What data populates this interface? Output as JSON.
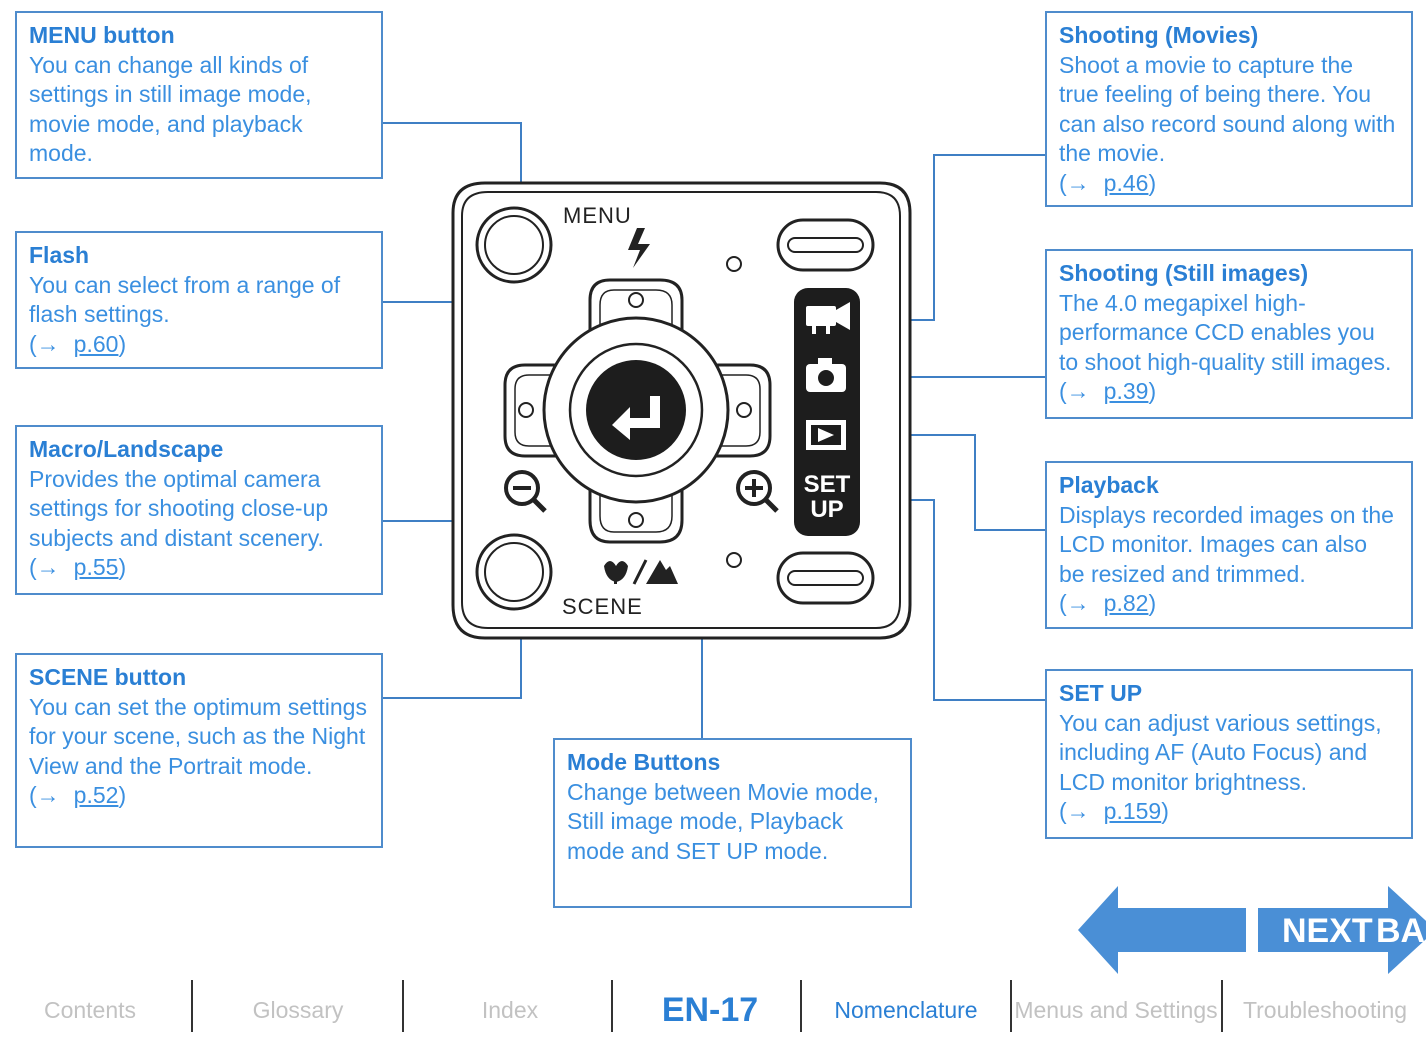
{
  "callouts": {
    "menu": {
      "title": "MENU button",
      "body": "You can change all kinds of settings in still image mode, movie mode, and playback mode."
    },
    "flash": {
      "title": "Flash",
      "body": "You can select from a range of flash settings.",
      "ref_prefix": "(→",
      "ref_page": "p.60",
      "ref_suffix": ")"
    },
    "macro": {
      "title": "Macro/Landscape",
      "body": "Provides the optimal camera settings for shooting close-up subjects and distant scenery.",
      "ref_prefix": "(→",
      "ref_page": "p.55",
      "ref_suffix": ")"
    },
    "scene": {
      "title": "SCENE button",
      "body": "You can set the optimum settings for your scene, such as the Night View and the Portrait mode.",
      "ref_prefix": "(→",
      "ref_page": "p.52",
      "ref_suffix": ")"
    },
    "mode": {
      "title": "Mode Buttons",
      "body": "Change between Movie mode, Still image mode, Playback mode and SET UP mode."
    },
    "movies": {
      "title": "Shooting (Movies)",
      "body": "Shoot a movie to capture the true feeling of being there. You can also record sound along with the movie.",
      "ref_prefix": "(→",
      "ref_page": "p.46",
      "ref_suffix": ")"
    },
    "still": {
      "title": "Shooting (Still images)",
      "body": "The 4.0 megapixel high-performance CCD enables you to shoot high-quality still images.",
      "ref_prefix": "(→",
      "ref_page": "p.39",
      "ref_suffix": ")"
    },
    "playback": {
      "title": "Playback",
      "body": "Displays recorded images on the LCD monitor. Images can also be resized and trimmed.",
      "ref_prefix": "(→",
      "ref_page": "p.82",
      "ref_suffix": ")"
    },
    "setup": {
      "title": "SET UP",
      "body": "You can adjust various settings, including AF (Auto Focus) and LCD monitor brightness.",
      "ref_prefix": "(→",
      "ref_page": "p.159",
      "ref_suffix": ")"
    }
  },
  "camera_labels": {
    "menu": "MENU",
    "scene": "SCENE",
    "set": "SET",
    "up": "UP"
  },
  "nav": {
    "back_label": "BACK",
    "next_label": "NEXT",
    "colors": {
      "accent": "#2a7fd4",
      "arrow": "#4a8fd6"
    }
  },
  "footer": {
    "contents": "Contents",
    "glossary": "Glossary",
    "index": "Index",
    "page": "EN-17",
    "nomenclature": "Nomenclature",
    "menus": "Menus and Settings",
    "troubleshooting": "Troubleshooting"
  }
}
